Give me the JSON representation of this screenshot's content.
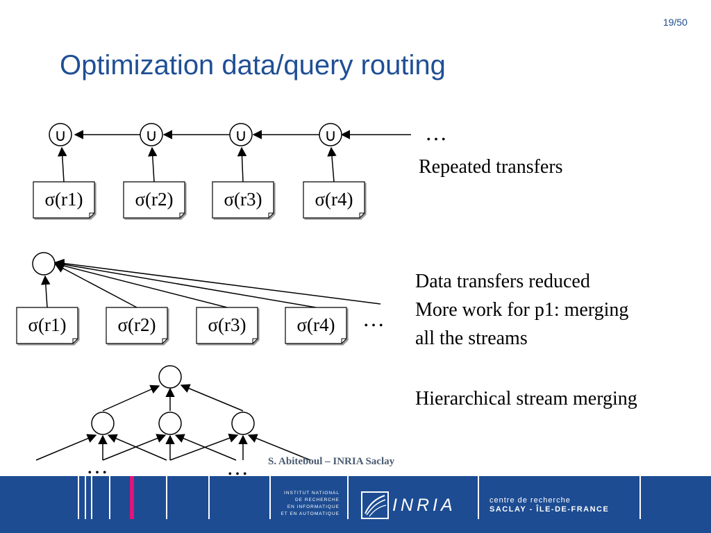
{
  "slide": {
    "page_number": "19/50",
    "title": "Optimization data/query routing"
  },
  "diagram_top": {
    "union_symbol": "∪",
    "ellipsis": "…",
    "selections": [
      "σ(r1)",
      "σ(r2)",
      "σ(r3)",
      "σ(r4)"
    ],
    "caption": "Repeated transfers"
  },
  "diagram_middle": {
    "ellipsis": "…",
    "selections": [
      "σ(r1)",
      "σ(r2)",
      "σ(r3)",
      "σ(r4)"
    ],
    "caption_lines": [
      "Data transfers reduced",
      "More work for p1: merging",
      "all the streams"
    ]
  },
  "diagram_bottom": {
    "ellipsis": [
      "…",
      "…"
    ],
    "caption": "Hierarchical stream merging"
  },
  "footer": {
    "credit": "S. Abiteboul – INRIA Saclay",
    "institut_lines": [
      "INSTITUT NATIONAL",
      "DE RECHERCHE",
      "EN INFORMATIQUE",
      "ET EN AUTOMATIQUE"
    ],
    "brand": "INRIA",
    "centre": "centre de recherche",
    "saclay": "SACLAY - ÎLE-DE-FRANCE"
  },
  "colors": {
    "title": "#1f4f94",
    "footer_band": "#1d4c92",
    "accent": "#e0147a"
  }
}
